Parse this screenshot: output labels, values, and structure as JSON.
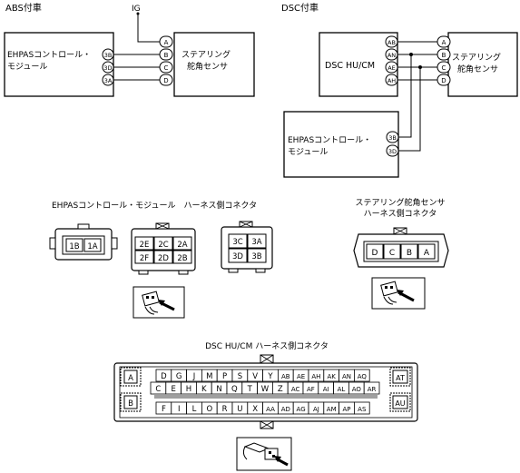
{
  "abs": {
    "title": "ABS付車",
    "ig": "IG",
    "module_line1": "EHPASコントロール・",
    "module_line2": "モジュール",
    "module_pins": [
      "3B",
      "3D",
      "3C",
      "3A"
    ],
    "sensor_line1": "ステアリング",
    "sensor_line2": "舵角センサ",
    "sensor_pins": [
      "A",
      "B",
      "C",
      "D"
    ]
  },
  "dsc": {
    "title": "DSC付車",
    "hucm": "DSC HU/CM",
    "hucm_pins": [
      "AB",
      "AN",
      "AE",
      "AH"
    ],
    "sensor_line1": "ステアリング",
    "sensor_line2": "舵角センサ",
    "sensor_pins": [
      "A",
      "B",
      "C",
      "D"
    ],
    "module_line1": "EHPASコントロール・",
    "module_line2": "モジュール",
    "module_pins": [
      "3B",
      "3D"
    ]
  },
  "ehpas_connector": {
    "title": "EHPASコントロール・モジュール　ハーネス側コネクタ",
    "small_pins": [
      "1B",
      "1A"
    ],
    "mid_top": [
      "2E",
      "2C",
      "2A"
    ],
    "mid_bottom": [
      "2F",
      "2D",
      "2B"
    ],
    "right_top": [
      "3C",
      "3A"
    ],
    "right_bottom": [
      "3D",
      "3B"
    ]
  },
  "sensor_connector": {
    "title_line1": "ステアリング舵角センサ",
    "title_line2": "ハーネス側コネクタ",
    "pins": [
      "D",
      "C",
      "B",
      "A"
    ]
  },
  "dsc_connector": {
    "title": "DSC HU/CM ハーネス側コネクタ",
    "row1": [
      "D",
      "G",
      "J",
      "M",
      "P",
      "S",
      "V",
      "Y",
      "AB",
      "AE",
      "AH",
      "AK",
      "AN",
      "AQ"
    ],
    "row2": [
      "C",
      "E",
      "H",
      "K",
      "N",
      "Q",
      "T",
      "W",
      "Z",
      "AC",
      "AF",
      "AI",
      "AL",
      "AO",
      "AR"
    ],
    "row3": [
      "F",
      "I",
      "L",
      "O",
      "R",
      "U",
      "X",
      "AA",
      "AD",
      "AG",
      "AJ",
      "AM",
      "AP",
      "AS"
    ],
    "side_left": [
      "A",
      "B"
    ],
    "side_right": [
      "AT",
      "AU"
    ]
  }
}
